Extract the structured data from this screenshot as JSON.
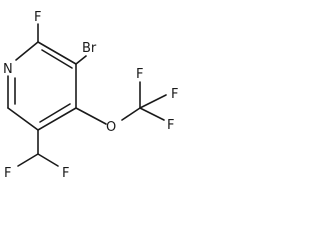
{
  "molecule": {
    "atoms": {
      "n": "N",
      "f_ring": "F",
      "br": "Br",
      "o": "O",
      "cf3_f_top": "F",
      "cf3_f_right": "F",
      "cf3_f_bottom": "F",
      "chf2_f_left": "F",
      "chf2_f_right": "F"
    },
    "colors": {
      "bond": "#1a1a1a",
      "text": "#1a1a1a",
      "background": "#ffffff"
    }
  }
}
